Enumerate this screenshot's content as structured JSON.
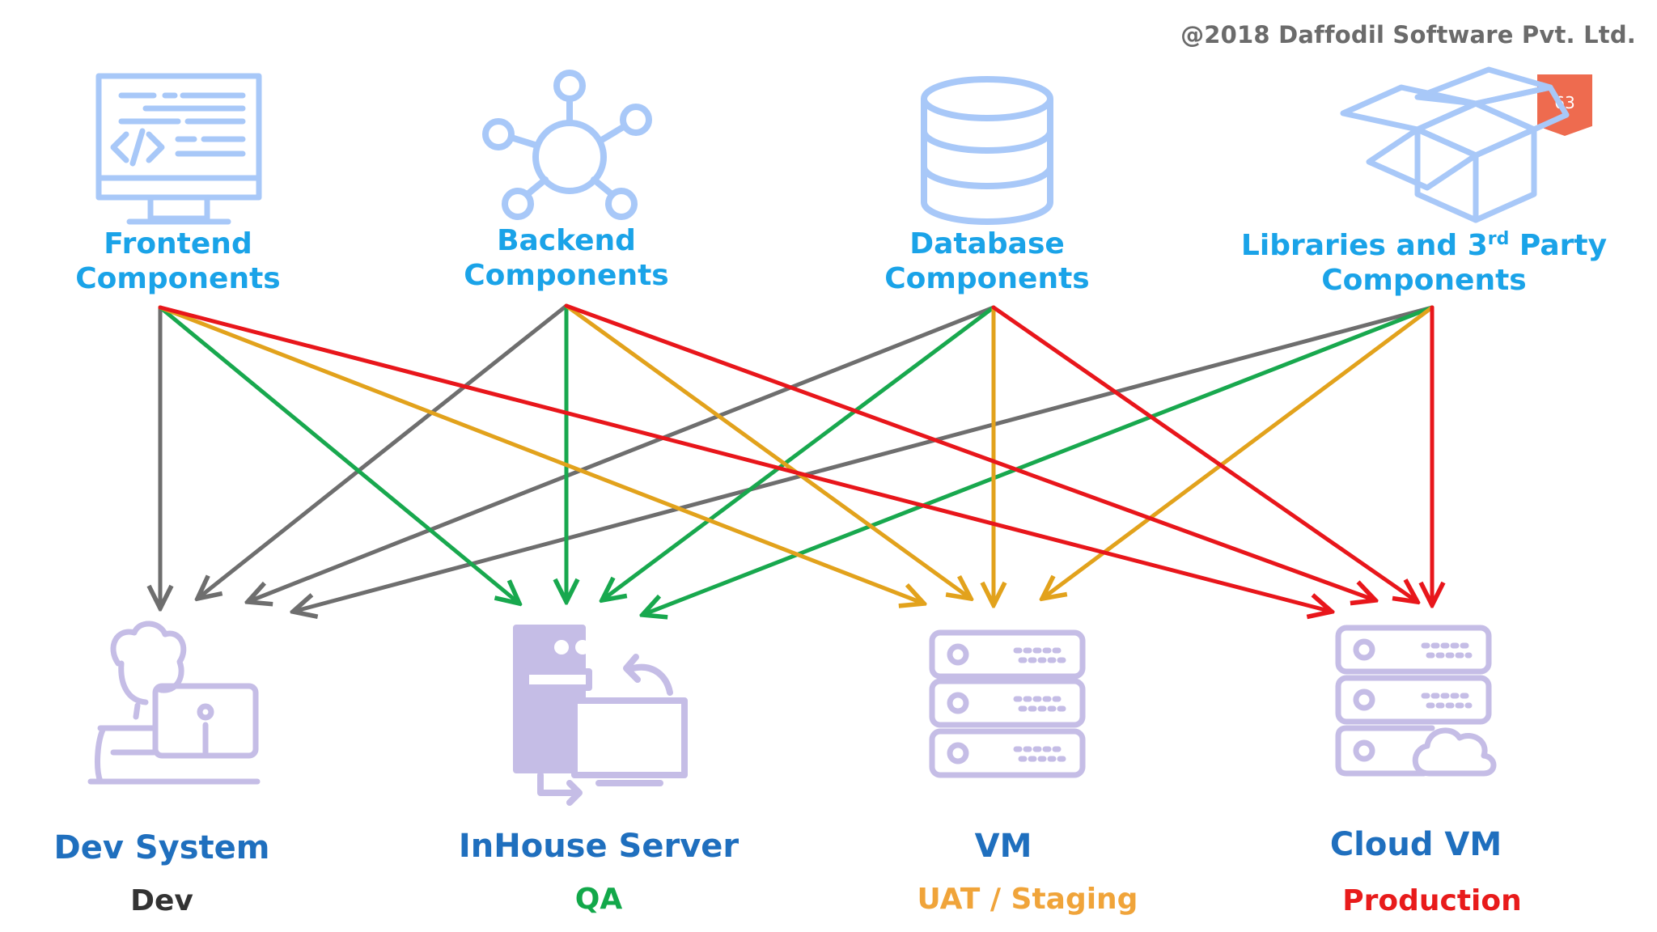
{
  "header": {
    "copyright": "@2018 Daffodil Software Pvt. Ltd.",
    "page_number": "63"
  },
  "sources": [
    {
      "id": "frontend",
      "label_line1": "Frontend",
      "label_line2": "Components",
      "icon": "monitor-code-icon"
    },
    {
      "id": "backend",
      "label_line1": "Backend",
      "label_line2": "Components",
      "icon": "network-hub-icon"
    },
    {
      "id": "database",
      "label_line1": "Database",
      "label_line2": "Components",
      "icon": "database-icon"
    },
    {
      "id": "libraries",
      "label_line1": "Libraries and 3rd Party",
      "label_line2": "Components",
      "icon": "open-box-icon"
    }
  ],
  "targets": [
    {
      "id": "dev",
      "title": "Dev System",
      "env": "Dev",
      "env_color": "#333333",
      "icon": "developer-at-computer-icon"
    },
    {
      "id": "qa",
      "title": "InHouse Server",
      "env": "QA",
      "env_color": "#12a84a",
      "icon": "server-sync-icon"
    },
    {
      "id": "uat",
      "title": "VM",
      "env": "UAT / Staging",
      "env_color": "#f0a43a",
      "icon": "server-rack-icon"
    },
    {
      "id": "prod",
      "title": "Cloud VM",
      "env": "Production",
      "env_color": "#e81b1b",
      "icon": "cloud-server-icon"
    }
  ],
  "colors": {
    "source_label": "#1aa3e8",
    "target_title": "#1f6fbe",
    "source_icon": "#a8c8f8",
    "target_icon": "#c5bde6",
    "badge": "#ee6b4f",
    "arrow_dev": "#6e6e6e",
    "arrow_qa": "#18a84e",
    "arrow_uat": "#e2a21c",
    "arrow_prod": "#e8161b"
  },
  "connections": [
    {
      "from": "frontend",
      "to": "dev",
      "color": "#6e6e6e"
    },
    {
      "from": "backend",
      "to": "dev",
      "color": "#6e6e6e"
    },
    {
      "from": "database",
      "to": "dev",
      "color": "#6e6e6e"
    },
    {
      "from": "libraries",
      "to": "dev",
      "color": "#6e6e6e"
    },
    {
      "from": "frontend",
      "to": "qa",
      "color": "#18a84e"
    },
    {
      "from": "backend",
      "to": "qa",
      "color": "#18a84e"
    },
    {
      "from": "database",
      "to": "qa",
      "color": "#18a84e"
    },
    {
      "from": "libraries",
      "to": "qa",
      "color": "#18a84e"
    },
    {
      "from": "frontend",
      "to": "uat",
      "color": "#e2a21c"
    },
    {
      "from": "backend",
      "to": "uat",
      "color": "#e2a21c"
    },
    {
      "from": "database",
      "to": "uat",
      "color": "#e2a21c"
    },
    {
      "from": "libraries",
      "to": "uat",
      "color": "#e2a21c"
    },
    {
      "from": "frontend",
      "to": "prod",
      "color": "#e8161b"
    },
    {
      "from": "backend",
      "to": "prod",
      "color": "#e8161b"
    },
    {
      "from": "database",
      "to": "prod",
      "color": "#e8161b"
    },
    {
      "from": "libraries",
      "to": "prod",
      "color": "#e8161b"
    }
  ]
}
